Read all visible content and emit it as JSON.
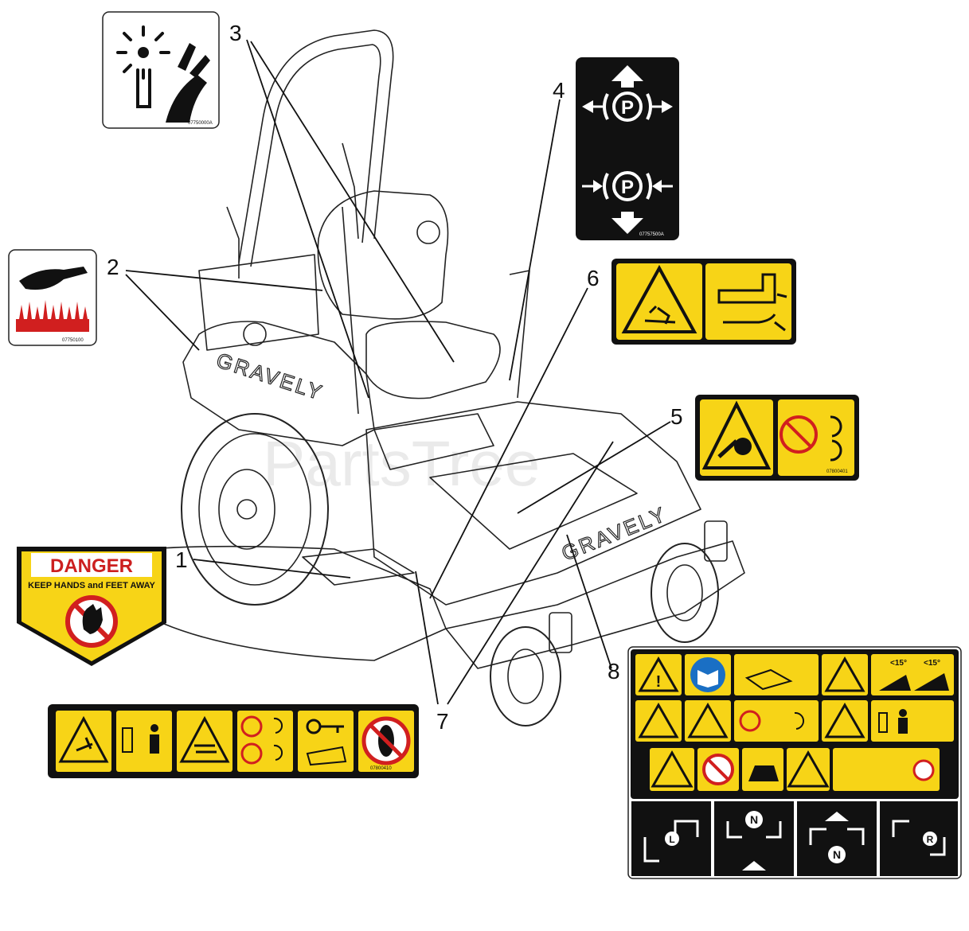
{
  "callouts": [
    {
      "id": "1",
      "label": "1"
    },
    {
      "id": "2",
      "label": "2"
    },
    {
      "id": "3",
      "label": "3"
    },
    {
      "id": "4",
      "label": "4"
    },
    {
      "id": "5",
      "label": "5"
    },
    {
      "id": "6",
      "label": "6"
    },
    {
      "id": "7",
      "label": "7"
    },
    {
      "id": "8",
      "label": "8"
    }
  ],
  "machine": {
    "brand_text": "GRAVELY",
    "watermark": "PartsTree"
  },
  "decals": {
    "danger": {
      "title": "DANGER",
      "subtitle": "KEEP HANDS and FEET AWAY"
    },
    "park_brake": {
      "symbol": "P",
      "part_number": "07757500A"
    },
    "hot_surface": {
      "part_number": "07750100"
    },
    "thrown_object": {
      "part_number": "07750000A"
    },
    "belt_guard": {
      "part_number": "07800401"
    },
    "operator_warning": {
      "part_number": "07800410"
    },
    "slope_angle_left": "<15°",
    "slope_angle_right": "<15°",
    "neutral_symbol": "N",
    "left_symbol": "L",
    "right_symbol": "R"
  },
  "colors": {
    "safety_yellow": "#f7d417",
    "decal_black": "#111111",
    "danger_red": "#cc1f1f",
    "info_blue": "#1a6fc4"
  }
}
